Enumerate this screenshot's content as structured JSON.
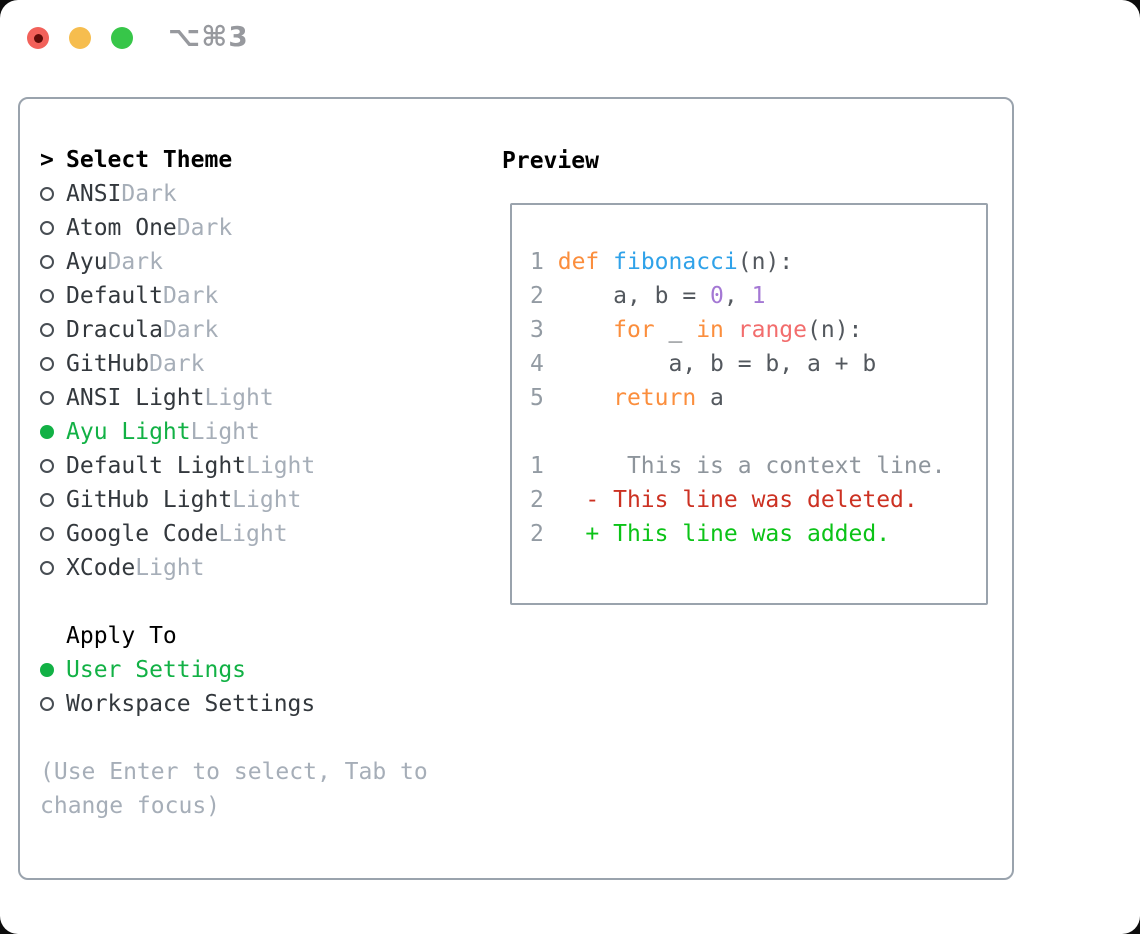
{
  "titlebar": {
    "shortcut": "⌥⌘3"
  },
  "colors": {
    "selection_green": "#12b145",
    "text_dark": "#33383d",
    "muted_gray": "#a6aeb8",
    "title_black": "#000000",
    "panel_border": "#9aa3ad",
    "linenum_gray": "#939ba3",
    "code_fg": "#53585e",
    "keyword_orange": "#fb8e3d",
    "function_blue": "#2fa2e9",
    "builtin_coral": "#f26d6d",
    "number_purple": "#a478d4",
    "context_gray": "#8e959c",
    "deleted_red": "#cc3122",
    "added_green": "#0bc317",
    "traffic_red": "#f2615a",
    "traffic_yellow": "#f6bd4e",
    "traffic_green": "#37c649",
    "shortcut_gray": "#97999e"
  },
  "left": {
    "prompt": ">",
    "title": "Select Theme",
    "themes": [
      {
        "name": "ANSI",
        "variant": "Dark",
        "selected": false
      },
      {
        "name": "Atom One",
        "variant": "Dark",
        "selected": false
      },
      {
        "name": "Ayu",
        "variant": "Dark",
        "selected": false
      },
      {
        "name": "Default",
        "variant": "Dark",
        "selected": false
      },
      {
        "name": "Dracula",
        "variant": "Dark",
        "selected": false
      },
      {
        "name": "GitHub",
        "variant": "Dark",
        "selected": false
      },
      {
        "name": "ANSI Light",
        "variant": "Light",
        "selected": false
      },
      {
        "name": "Ayu Light",
        "variant": "Light",
        "selected": true
      },
      {
        "name": "Default Light",
        "variant": "Light",
        "selected": false
      },
      {
        "name": "GitHub Light",
        "variant": "Light",
        "selected": false
      },
      {
        "name": "Google Code",
        "variant": "Light",
        "selected": false
      },
      {
        "name": "XCode",
        "variant": "Light",
        "selected": false
      }
    ],
    "apply_to": {
      "title": "Apply To",
      "options": [
        {
          "label": "User Settings",
          "selected": true
        },
        {
          "label": "Workspace Settings",
          "selected": false
        }
      ]
    },
    "help": "(Use Enter to select, Tab to change focus)"
  },
  "preview": {
    "title": "Preview",
    "code_lines": [
      {
        "num": "1",
        "tokens": [
          {
            "t": "def",
            "c": "keyword"
          },
          {
            "t": " ",
            "c": "fg"
          },
          {
            "t": "fibonacci",
            "c": "function"
          },
          {
            "t": "(n):",
            "c": "fg"
          }
        ]
      },
      {
        "num": "2",
        "tokens": [
          {
            "t": "    a, b = ",
            "c": "fg"
          },
          {
            "t": "0",
            "c": "number"
          },
          {
            "t": ", ",
            "c": "fg"
          },
          {
            "t": "1",
            "c": "number"
          }
        ]
      },
      {
        "num": "3",
        "tokens": [
          {
            "t": "    ",
            "c": "fg"
          },
          {
            "t": "for",
            "c": "keyword"
          },
          {
            "t": " _ ",
            "c": "fg"
          },
          {
            "t": "in",
            "c": "keyword"
          },
          {
            "t": " ",
            "c": "fg"
          },
          {
            "t": "range",
            "c": "builtin"
          },
          {
            "t": "(n):",
            "c": "fg"
          }
        ]
      },
      {
        "num": "4",
        "tokens": [
          {
            "t": "        a, b = b, a + b",
            "c": "fg"
          }
        ]
      },
      {
        "num": "5",
        "tokens": [
          {
            "t": "    ",
            "c": "fg"
          },
          {
            "t": "return",
            "c": "keyword"
          },
          {
            "t": " a",
            "c": "fg"
          }
        ]
      },
      {
        "num": "",
        "tokens": []
      },
      {
        "num": "1",
        "tokens": [
          {
            "t": "     This is a context line.",
            "c": "context"
          }
        ]
      },
      {
        "num": "2",
        "tokens": [
          {
            "t": "  - This line was deleted.",
            "c": "deleted"
          }
        ]
      },
      {
        "num": "2",
        "tokens": [
          {
            "t": "  + This line was added.",
            "c": "added"
          }
        ]
      }
    ]
  }
}
